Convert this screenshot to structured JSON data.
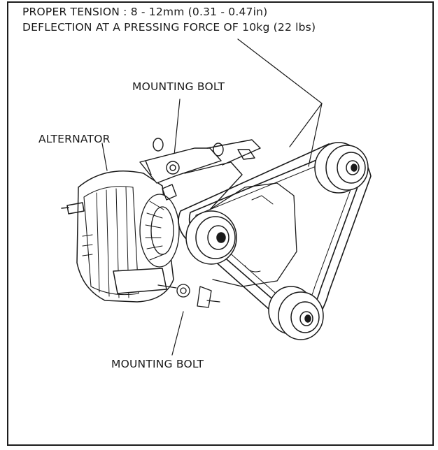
{
  "spec": {
    "tension": "PROPER TENSION : 8 - 12mm (0.31 - 0.47in)",
    "deflection": "DEFLECTION AT A PRESSING FORCE OF 10kg (22 lbs)"
  },
  "labels": {
    "mounting_bolt_top": "MOUNTING BOLT",
    "alternator": "ALTERNATOR",
    "mounting_bolt_bottom": "MOUNTING BOLT"
  }
}
